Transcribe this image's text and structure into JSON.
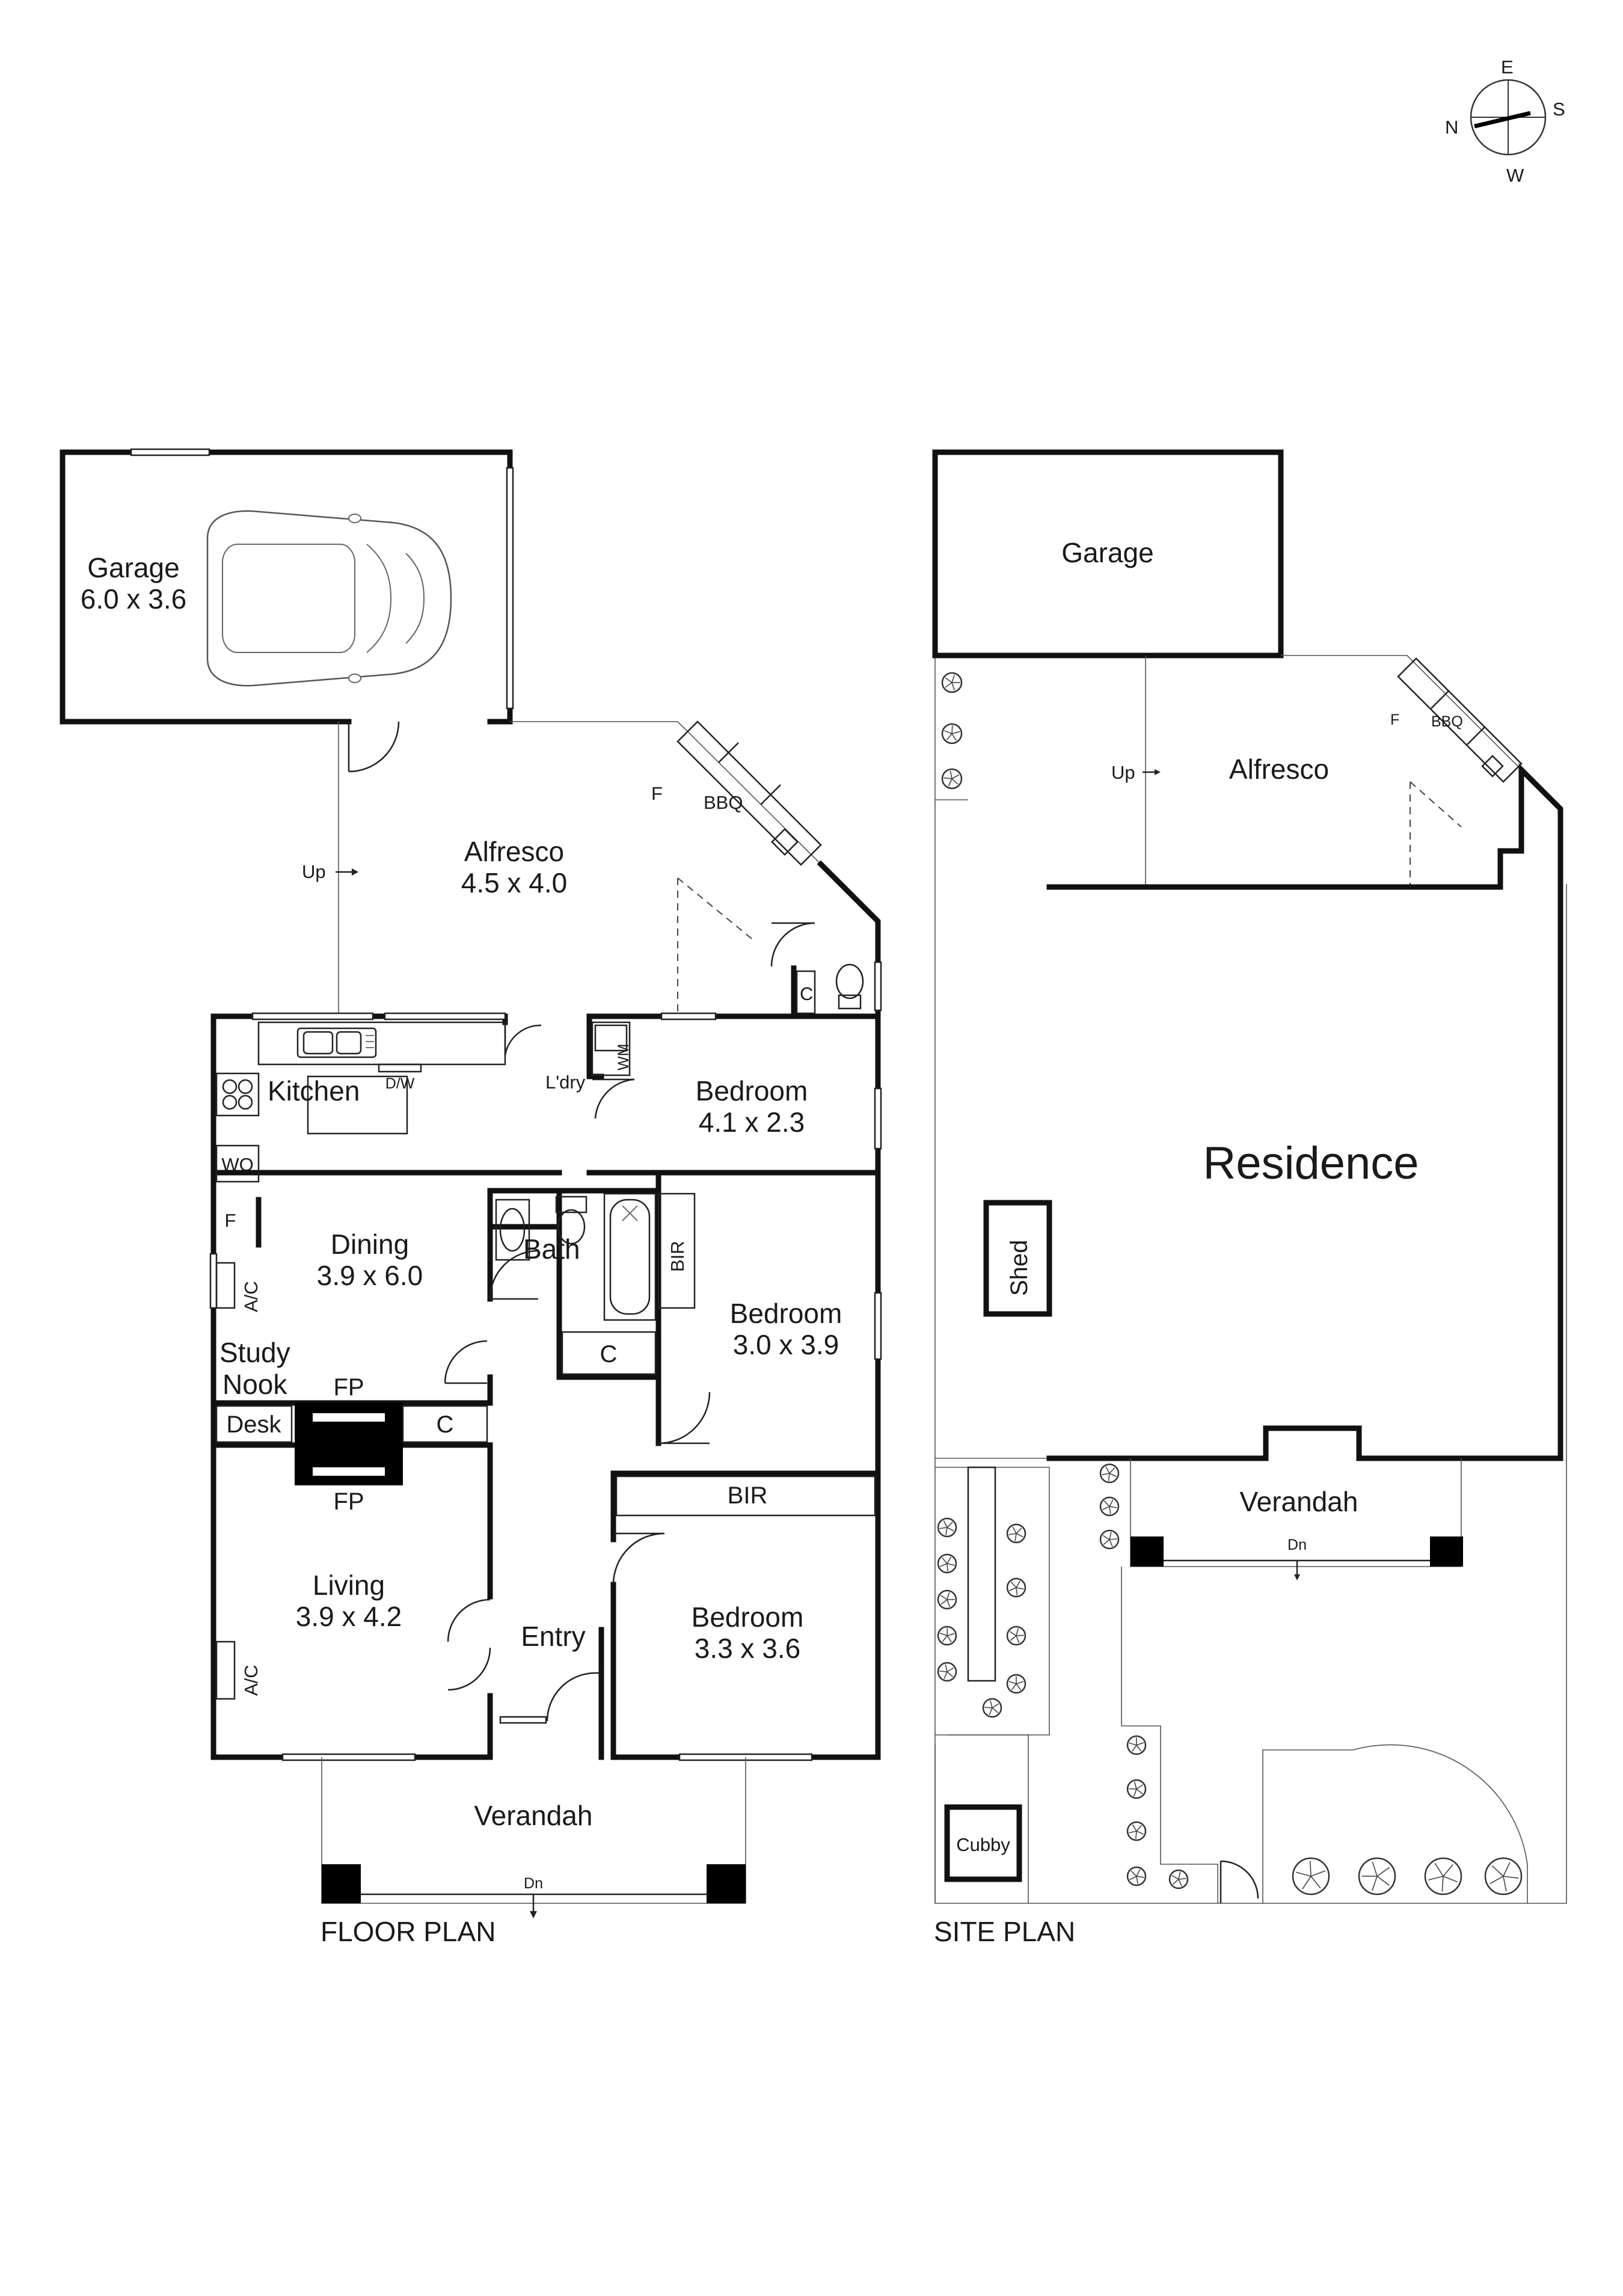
{
  "compass": {
    "n": "N",
    "e": "E",
    "s": "S",
    "w": "W"
  },
  "floor_plan": {
    "title": "FLOOR PLAN",
    "garage": {
      "name": "Garage",
      "dims": "6.0 x 3.6"
    },
    "alfresco": {
      "name": "Alfresco",
      "dims": "4.5 x 4.0",
      "up": "Up",
      "fridge": "F",
      "bbq": "BBQ",
      "cupboard": "C"
    },
    "kitchen": {
      "name": "Kitchen",
      "dw": "D/W",
      "wo": "WO",
      "fridge": "F"
    },
    "laundry": {
      "name": "L'dry",
      "wm": "WM"
    },
    "dining": {
      "name": "Dining",
      "dims": "3.9 x 6.0",
      "ac": "A/C"
    },
    "study": {
      "line1": "Study",
      "line2": "Nook",
      "desk": "Desk",
      "cupboard": "C",
      "fp_top": "FP",
      "fp_bottom": "FP"
    },
    "living": {
      "name": "Living",
      "dims": "3.9 x 4.2",
      "ac": "A/C"
    },
    "entry": {
      "name": "Entry"
    },
    "bath": {
      "name": "Bath",
      "cupboard": "C",
      "bir": "BIR"
    },
    "bedroom1": {
      "name": "Bedroom",
      "dims": "4.1 x 2.3"
    },
    "bedroom2": {
      "name": "Bedroom",
      "dims": "3.0 x 3.9"
    },
    "bedroom3": {
      "name": "Bedroom",
      "dims": "3.3 x 3.6",
      "bir": "BIR"
    },
    "verandah": {
      "name": "Verandah",
      "dn": "Dn"
    }
  },
  "site_plan": {
    "title": "SITE PLAN",
    "garage": "Garage",
    "alfresco": "Alfresco",
    "up": "Up",
    "fridge": "F",
    "bbq": "BBQ",
    "residence": "Residence",
    "shed": "Shed",
    "verandah": "Verandah",
    "dn": "Dn",
    "cubby": "Cubby"
  }
}
